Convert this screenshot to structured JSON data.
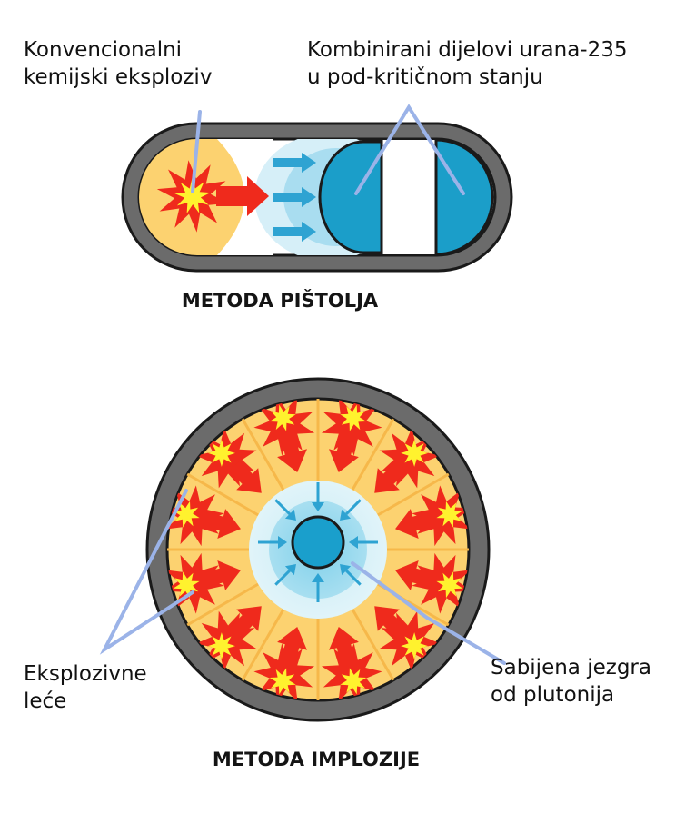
{
  "labels": {
    "conventional_explosive": [
      "Konvencionalni",
      "kemijski eksploziv"
    ],
    "uranium_parts": [
      "Kombinirani dijelovi urana-235",
      "u pod-kritičnom stanju"
    ],
    "explosive_lenses": [
      "Eksplozivne",
      "leće"
    ],
    "plutonium_core": [
      "Sabijena jezgra",
      "od plutonija"
    ]
  },
  "captions": {
    "gun_method": "METODA PIŠTOLJA",
    "implosion_method": "METODA IMPLOZIJE"
  },
  "colors": {
    "casing": "#6b6b6b",
    "casing_outline": "#1a1a1a",
    "explosive_fill": "#fcd270",
    "lens_line": "#f6b84a",
    "blast_red": "#ef2a1c",
    "blast_yellow": "#fff22e",
    "uranium": "#1b9ec9",
    "core": "#1a9fcc",
    "shock_outer": "#c8ebf5",
    "shock_inner": "#7fd0ea",
    "arrow_blue": "#2ea3d2",
    "pointer": "#9bb3e8"
  },
  "implosion": {
    "segments": 12
  }
}
